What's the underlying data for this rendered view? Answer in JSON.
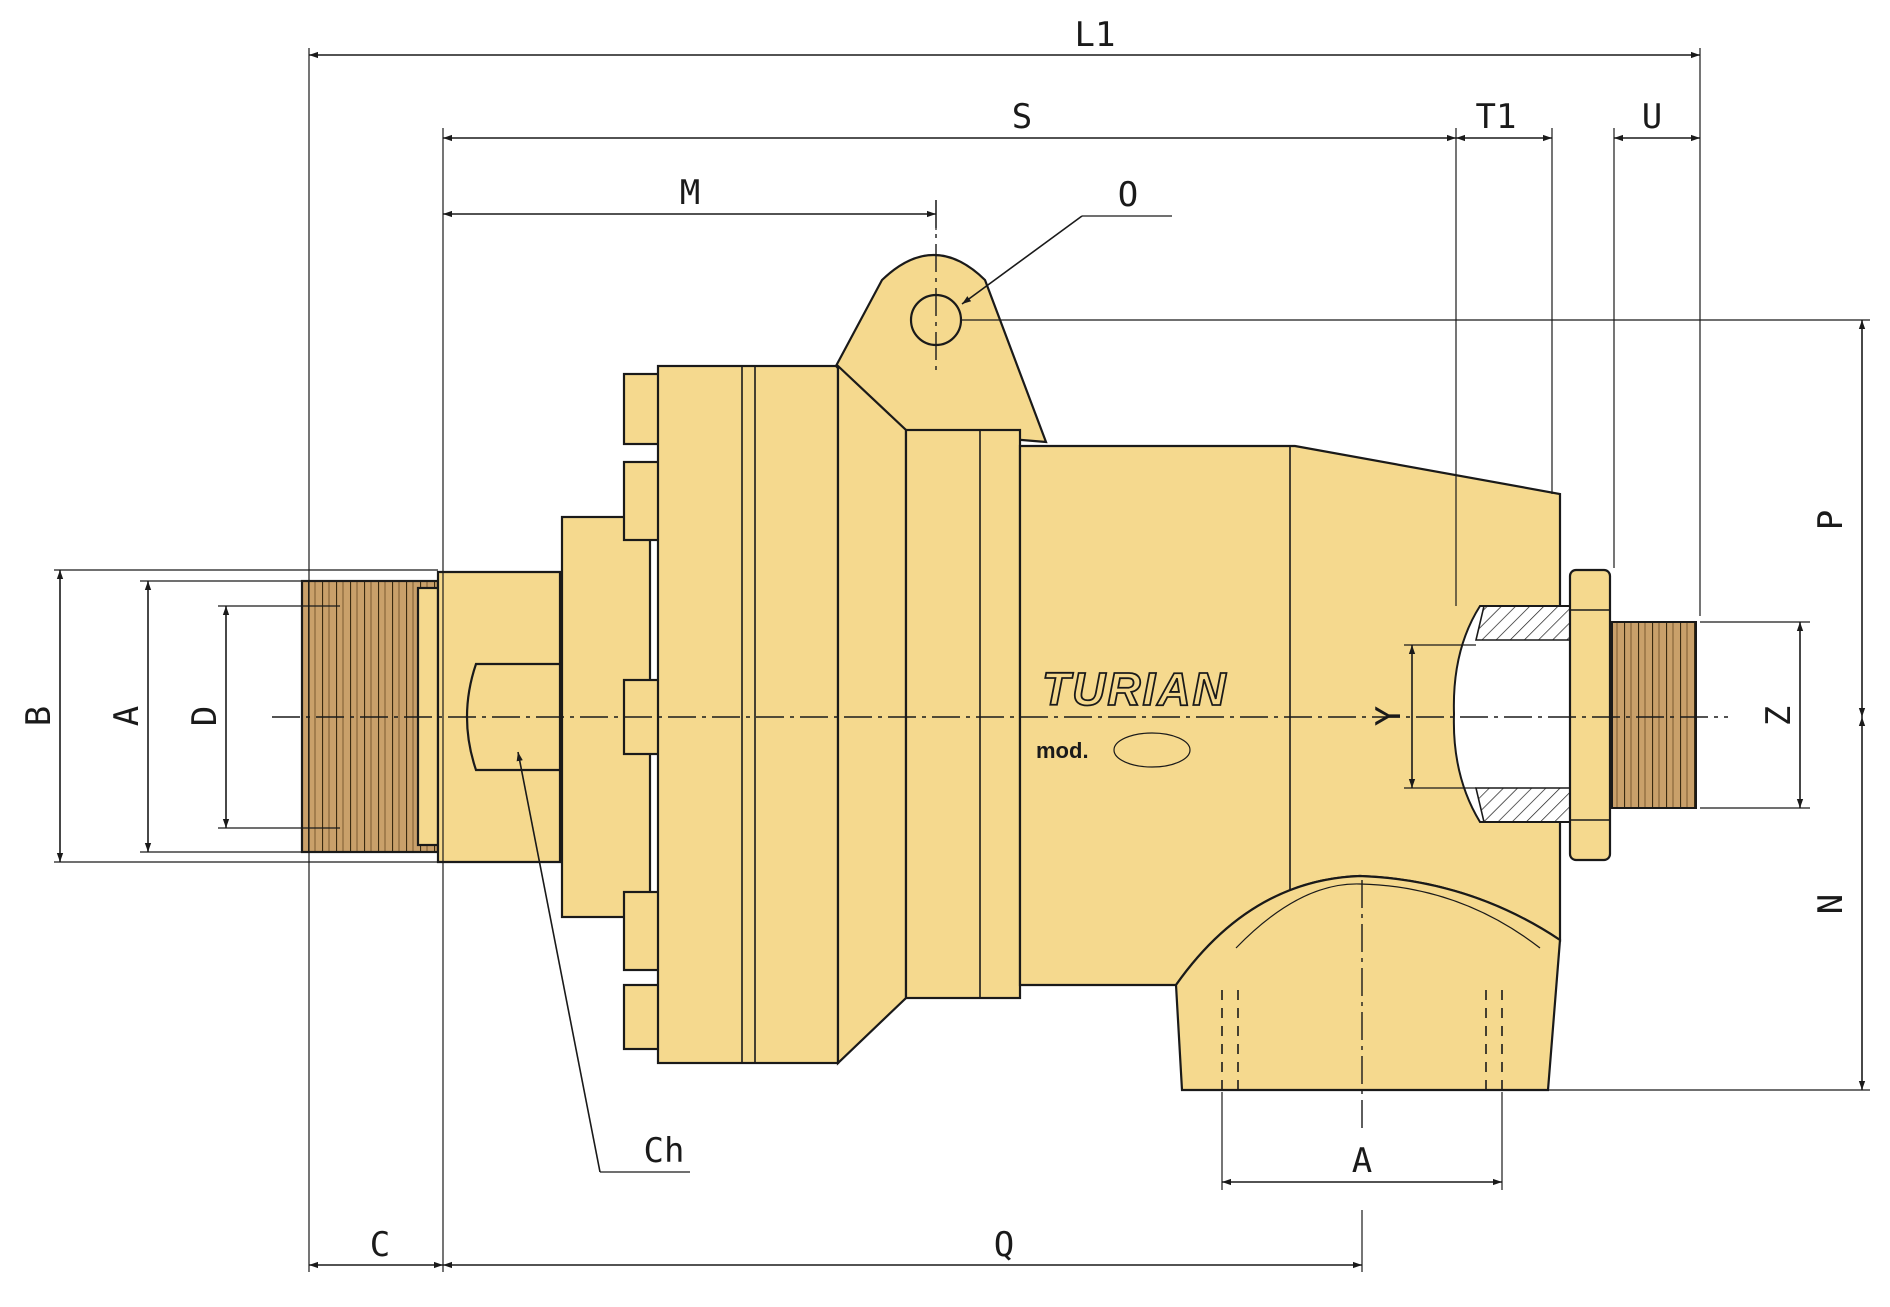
{
  "diagram": {
    "brand": "TURIAN",
    "model_prefix": "mod.",
    "colors": {
      "body_fill": "#f5d98e",
      "thread_fill": "#c9a06a",
      "line": "#1a1a1a",
      "background": "#ffffff"
    },
    "dimension_labels": {
      "L1": "L1",
      "S": "S",
      "T1": "T1",
      "U": "U",
      "M": "M",
      "O": "O",
      "P": "P",
      "N": "N",
      "B": "B",
      "A_left": "A",
      "D": "D",
      "Y": "Y",
      "Z": "Z",
      "A_bottom": "A",
      "C": "C",
      "Q": "Q",
      "Ch": "Ch"
    }
  }
}
